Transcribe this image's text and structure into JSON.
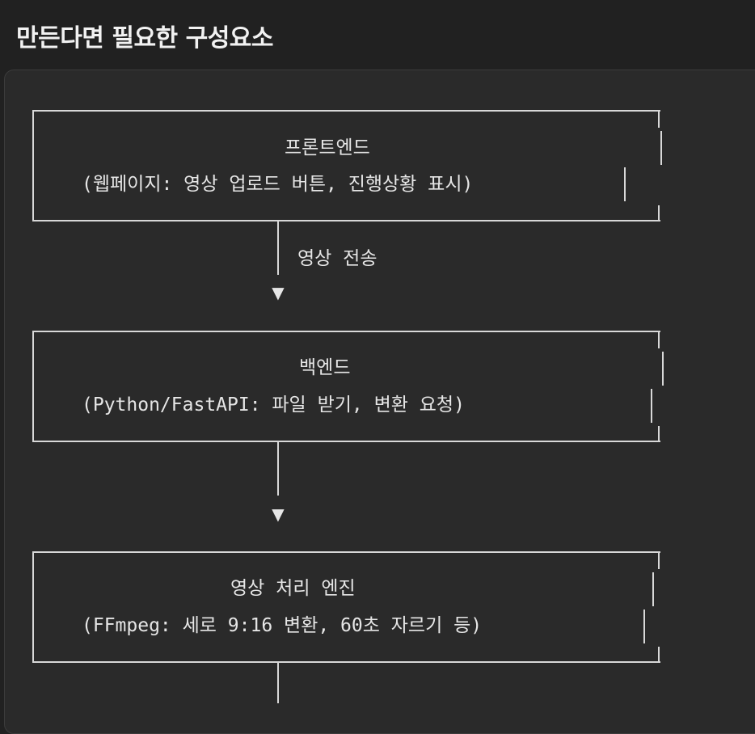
{
  "heading": "만든다면 필요한 구성요소",
  "diagram": {
    "boxes": [
      {
        "title": "프론트엔드",
        "desc": "(웹페이지: 영상 업로드 버튼, 진행상황 표시)"
      },
      {
        "title": "백엔드",
        "desc": "(Python/FastAPI: 파일 받기, 변환 요청)"
      },
      {
        "title": "영상 처리 엔진",
        "desc": "(FFmpeg: 세로 9:16 변환, 60초 자르기 등)"
      }
    ],
    "connectors": [
      {
        "label": "영상 전송",
        "arrow": "▼"
      },
      {
        "label": "",
        "arrow": "▼"
      }
    ]
  }
}
